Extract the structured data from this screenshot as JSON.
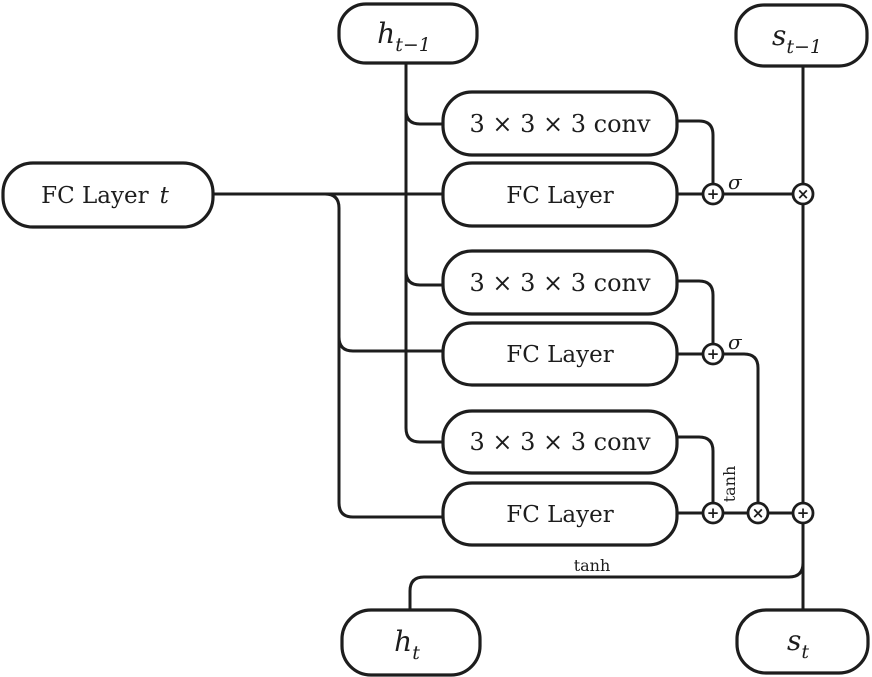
{
  "diagram": {
    "background_color": "#ffffff",
    "stroke_color": "#1d1d1d",
    "node_fill_color": "#ffffff",
    "nodes": {
      "h_prev": {
        "base": "h",
        "sub": "t−1"
      },
      "s_prev": {
        "base": "s",
        "sub": "t−1"
      },
      "h_curr": {
        "base": "h",
        "sub": "t"
      },
      "s_curr": {
        "base": "s",
        "sub": "t"
      },
      "fc_input": {
        "label": "FC Layer",
        "var": "t"
      }
    },
    "branches": [
      {
        "conv": "3 × 3 × 3 conv",
        "fc": "FC Layer",
        "activation": "σ"
      },
      {
        "conv": "3 × 3 × 3 conv",
        "fc": "FC Layer",
        "activation": "σ"
      },
      {
        "conv": "3 × 3 × 3 conv",
        "fc": "FC Layer",
        "activation": "tanh"
      }
    ],
    "output_activation": "tanh",
    "operators": {
      "add": "+",
      "multiply": "×"
    }
  }
}
